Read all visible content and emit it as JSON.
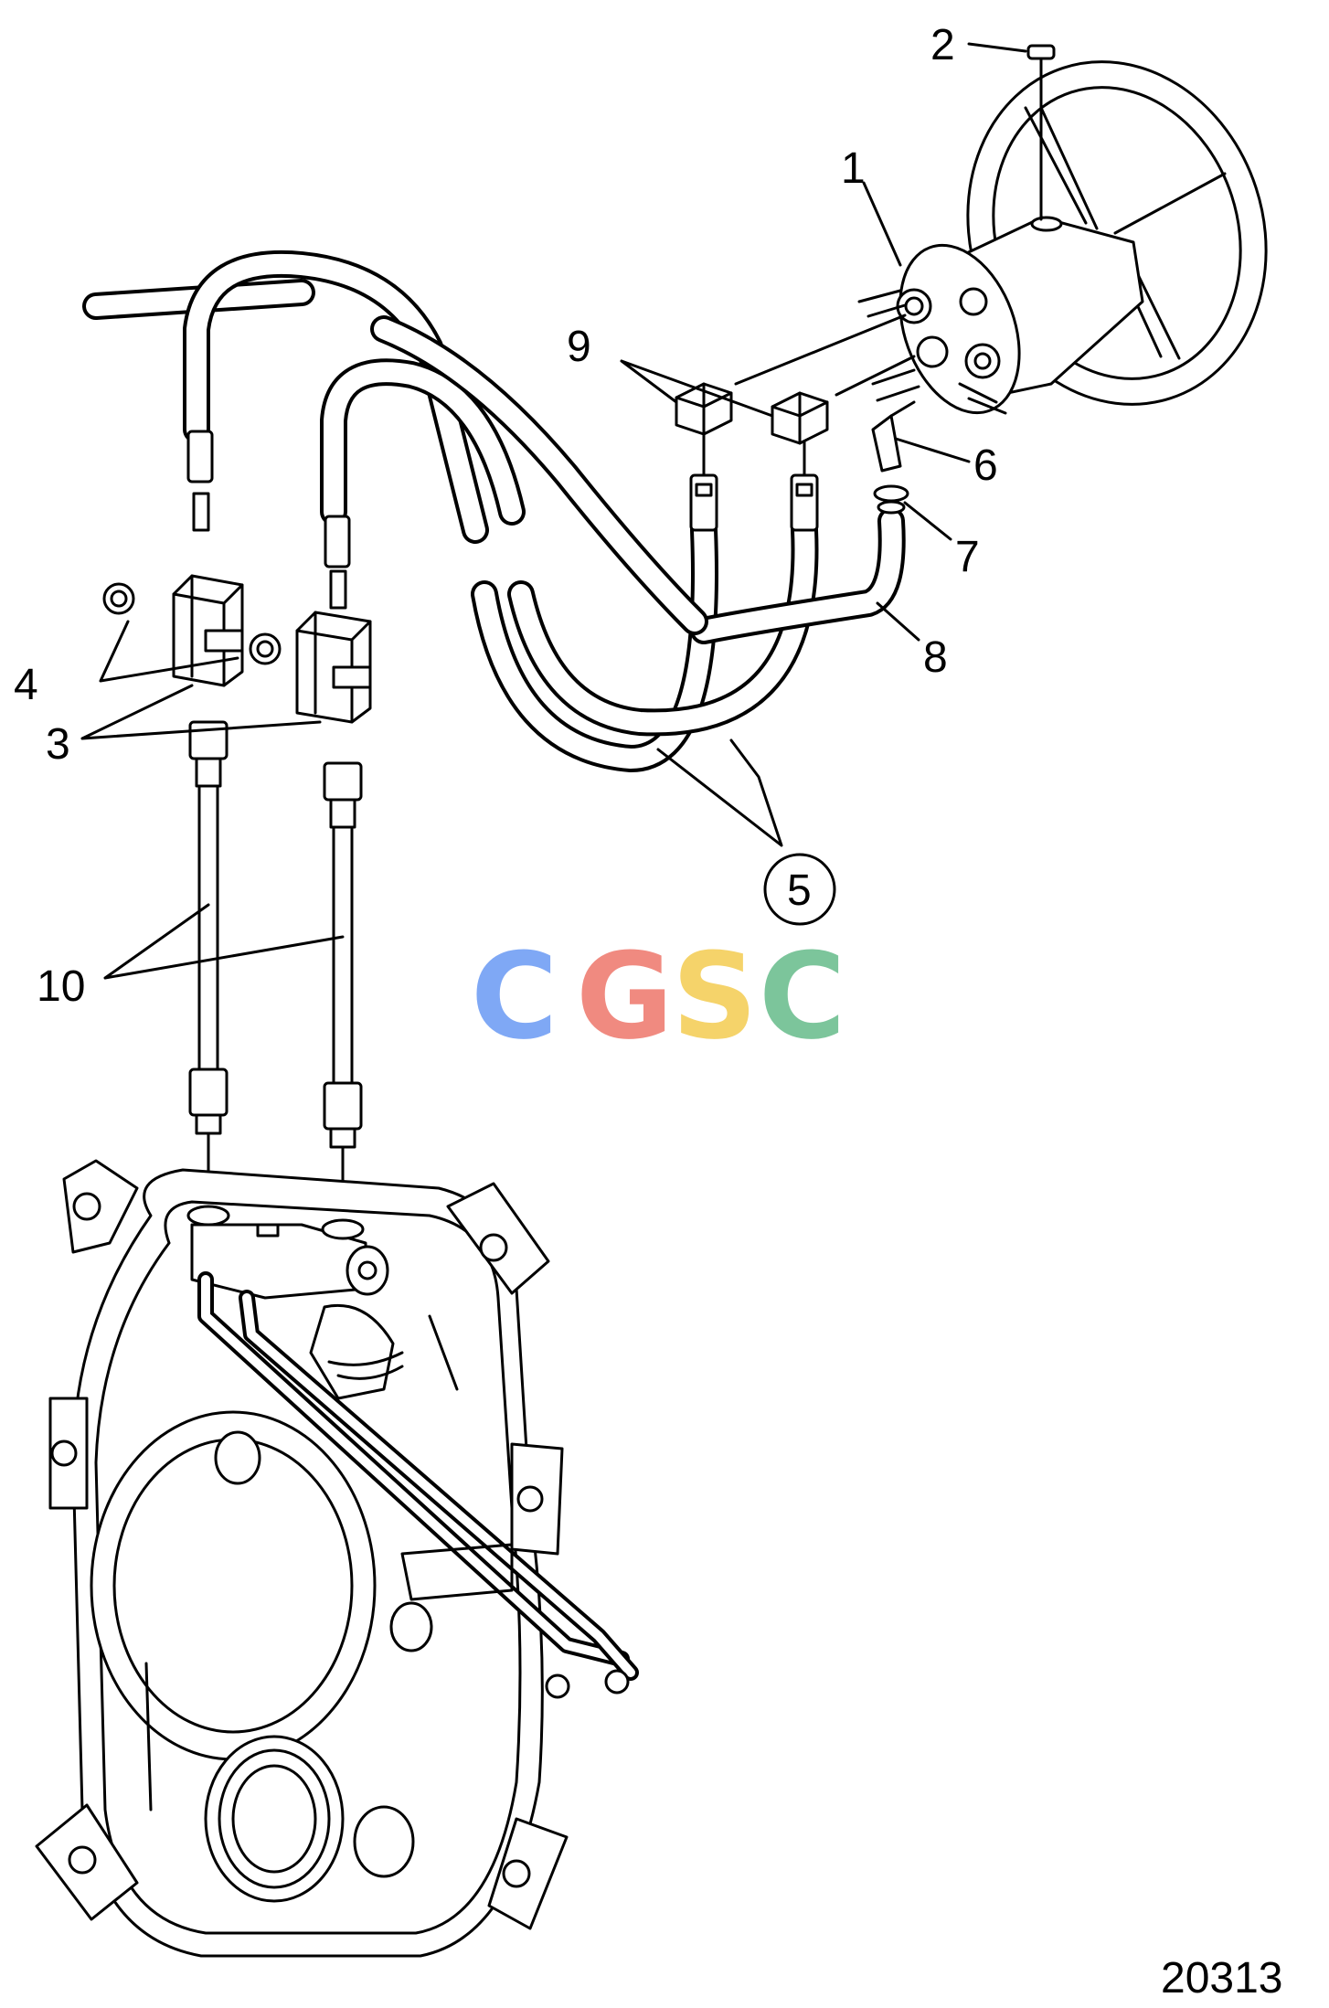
{
  "labels": {
    "l1": "1",
    "l2": "2",
    "l3": "3",
    "l4": "4",
    "l5": "5",
    "l6": "6",
    "l7": "7",
    "l8": "8",
    "l9": "9",
    "l10": "10"
  },
  "watermark": {
    "letters": [
      "C",
      "G",
      "S",
      "C"
    ],
    "colors": [
      "#7fa8f5",
      "#f08a80",
      "#f5d36a",
      "#7cc59b"
    ]
  },
  "figure_number": "20313"
}
